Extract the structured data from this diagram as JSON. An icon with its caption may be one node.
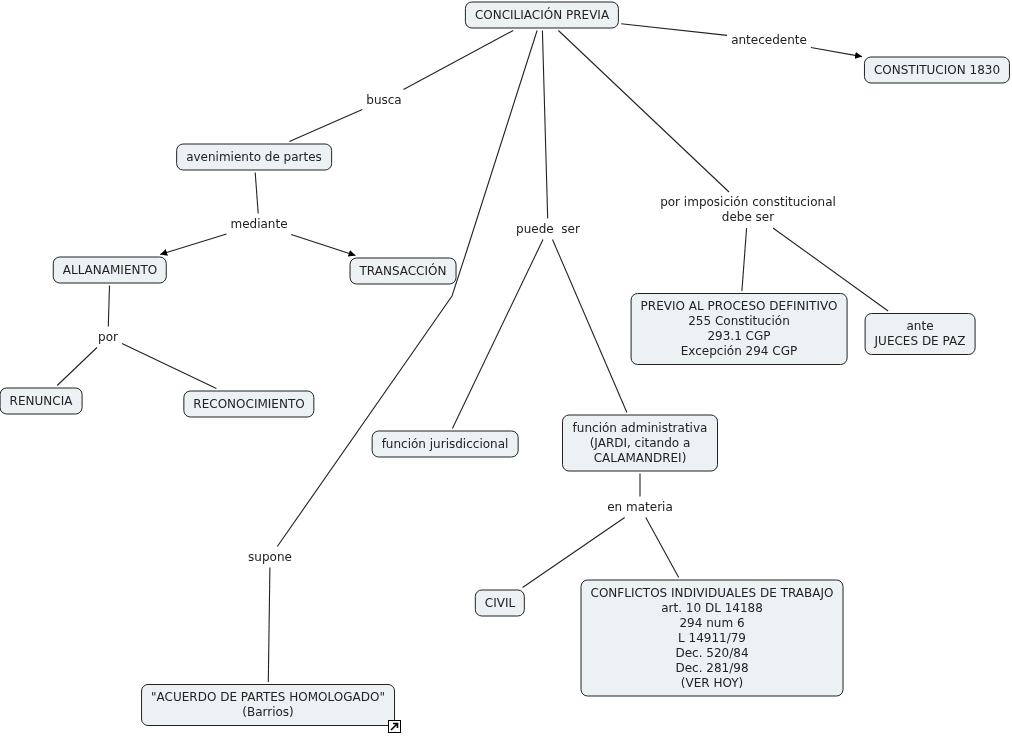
{
  "diagram": {
    "nodes": [
      {
        "text": [
          "CONCILIACIÓN PREVIA"
        ]
      },
      {
        "text": [
          "antecedente"
        ]
      },
      {
        "text": [
          "CONSTITUCION 1830"
        ]
      },
      {
        "text": [
          "busca"
        ]
      },
      {
        "text": [
          "avenimiento de partes"
        ]
      },
      {
        "text": [
          "mediante"
        ]
      },
      {
        "text": [
          "ALLANAMIENTO"
        ]
      },
      {
        "text": [
          "TRANSACCIÓN"
        ]
      },
      {
        "text": [
          "por"
        ]
      },
      {
        "text": [
          "RENUNCIA"
        ]
      },
      {
        "text": [
          "RECONOCIMIENTO"
        ]
      },
      {
        "text": [
          "puede  ser"
        ]
      },
      {
        "text": [
          "por imposición constitucional debe ser"
        ]
      },
      {
        "text": [
          "PREVIO AL PROCESO DEFINITIVO",
          "255 Constitución",
          "293.1 CGP",
          "Excepción 294 CGP"
        ]
      },
      {
        "text": [
          "ante",
          "JUECES DE PAZ"
        ]
      },
      {
        "text": [
          "supone"
        ]
      },
      {
        "text": [
          "función jurisdiccional"
        ]
      },
      {
        "text": [
          "función administrativa (JARDI, citando a CALAMANDREI)"
        ]
      },
      {
        "text": [
          "en materia"
        ]
      },
      {
        "text": [
          "CIVIL"
        ]
      },
      {
        "text": [
          "CONFLICTOS INDIVIDUALES DE TRABAJO",
          "art. 10 DL 14188",
          "294 num 6",
          "L 14911/79",
          "Dec. 520/84",
          "Dec. 281/98",
          "(VER HOY)"
        ]
      },
      {
        "text": [
          "\"ACUERDO DE PARTES HOMOLOGADO\"",
          "(Barrios)"
        ]
      }
    ],
    "edges": [
      {
        "from": 0,
        "to": 1,
        "arrow": "none"
      },
      {
        "from": 1,
        "to": 2,
        "arrow": "to"
      },
      {
        "from": 0,
        "to": 3,
        "arrow": "none"
      },
      {
        "from": 3,
        "to": 4,
        "arrow": "none"
      },
      {
        "from": 4,
        "to": 5,
        "arrow": "none"
      },
      {
        "from": 5,
        "to": 6,
        "arrow": "to"
      },
      {
        "from": 5,
        "to": 7,
        "arrow": "to"
      },
      {
        "from": 6,
        "to": 8,
        "arrow": "none"
      },
      {
        "from": 8,
        "to": 9,
        "arrow": "none"
      },
      {
        "from": 8,
        "to": 10,
        "arrow": "none"
      },
      {
        "from": 0,
        "to": 15,
        "arrow": "none"
      },
      {
        "from": 15,
        "to": 21,
        "arrow": "none"
      },
      {
        "from": 0,
        "to": 11,
        "arrow": "none"
      },
      {
        "from": 11,
        "to": 16,
        "arrow": "none"
      },
      {
        "from": 11,
        "to": 17,
        "arrow": "none"
      },
      {
        "from": 0,
        "to": 12,
        "arrow": "none"
      },
      {
        "from": 12,
        "to": 13,
        "arrow": "none"
      },
      {
        "from": 12,
        "to": 14,
        "arrow": "none"
      },
      {
        "from": 17,
        "to": 18,
        "arrow": "none"
      },
      {
        "from": 18,
        "to": 19,
        "arrow": "none"
      },
      {
        "from": 18,
        "to": 20,
        "arrow": "none"
      }
    ]
  }
}
